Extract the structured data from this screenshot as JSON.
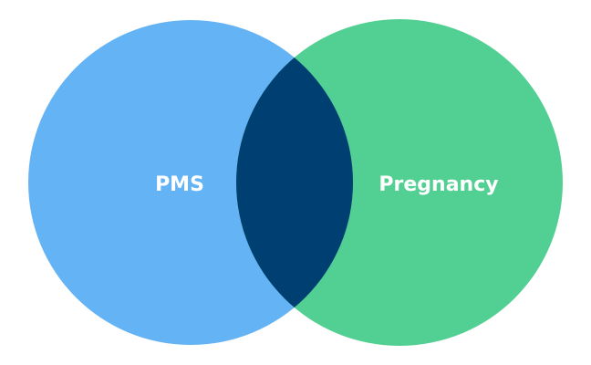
{
  "diagram": {
    "type": "venn",
    "sets": [
      {
        "label": "PMS",
        "color": "#64B3F4"
      },
      {
        "label": "Pregnancy",
        "color": "#52CF92"
      }
    ],
    "intersection": {
      "label": "",
      "color": "#003F72"
    }
  }
}
